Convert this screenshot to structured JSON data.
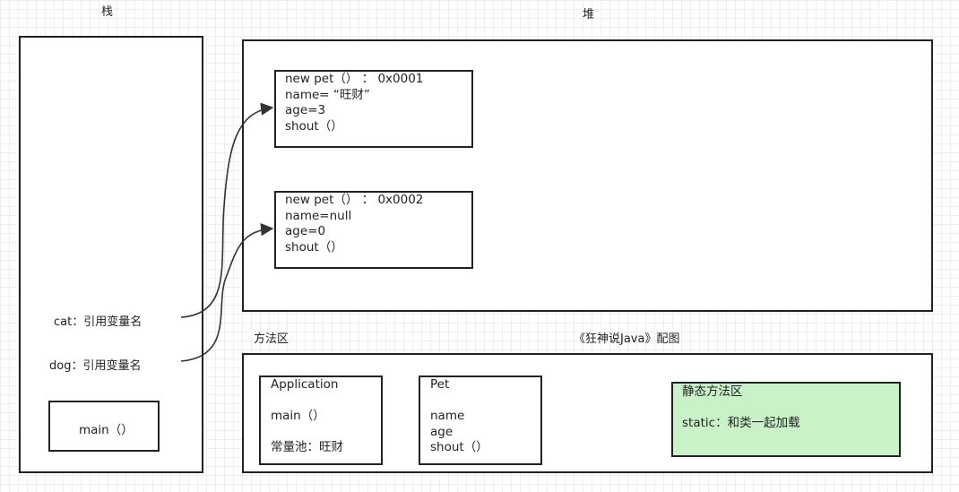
{
  "stack": {
    "title": "栈",
    "cat_ref": "cat：引用变量名",
    "dog_ref": "dog：引用变量名",
    "main": "main（）"
  },
  "heap": {
    "title": "堆",
    "objects": [
      {
        "header": "new pet（）  ： 0x0001",
        "name": "name= “旺财”",
        "age": "age=3",
        "method": "shout（）"
      },
      {
        "header": "new pet（）  ： 0x0002",
        "name": "name=null",
        "age": "age=0",
        "method": "shout（）"
      }
    ]
  },
  "method_area": {
    "title": "方法区",
    "caption": "《狂神说Java》配图",
    "application": {
      "title": "Application",
      "main": "main（）",
      "pool": "常量池：旺财"
    },
    "pet": {
      "title": "Pet",
      "fields": [
        "name",
        "age",
        "shout（）"
      ]
    },
    "static_area": {
      "title": "静态方法区",
      "text": "static：和类一起加载",
      "fill": "#c9f2c9"
    }
  }
}
